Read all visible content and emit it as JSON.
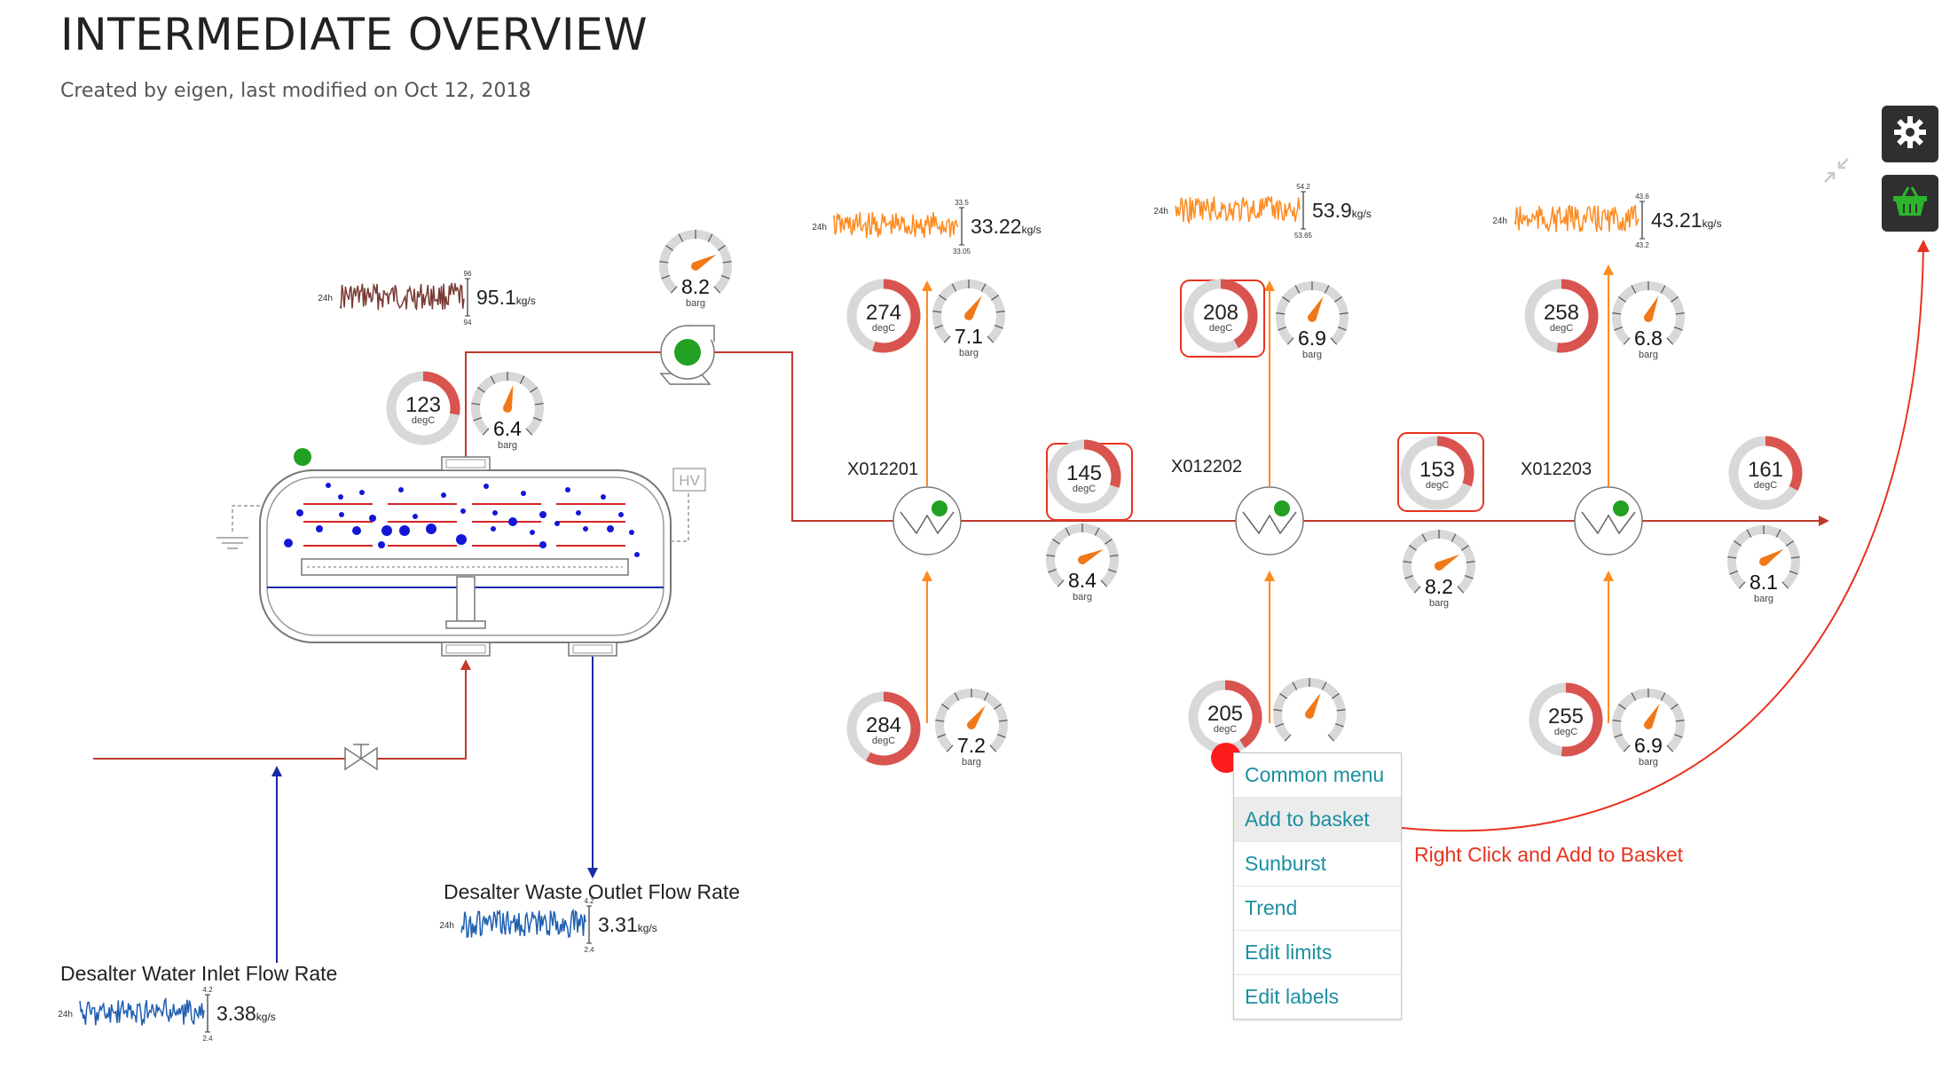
{
  "page": {
    "title": "INTERMEDIATE OVERVIEW",
    "meta": "Created by eigen, last modified on Oct 12, 2018"
  },
  "colors": {
    "accent_red": "#d9534f",
    "line_red": "#c0392b",
    "flow_orange": "#ff8a1f",
    "water_blue": "#1a2aa8",
    "menu_teal": "#1a8fa0",
    "note_red": "#e8321f",
    "status_green": "#22a022",
    "basket_green": "#2cb52c"
  },
  "trends": [
    {
      "id": "feed-flow",
      "period": "24h",
      "value": "95.1",
      "unit": "kg/s",
      "max": "96",
      "min": "94",
      "color": "#7a3a34"
    },
    {
      "id": "x012201-flow",
      "period": "24h",
      "value": "33.22",
      "unit": "kg/s",
      "max": "33.5",
      "min": "33.05",
      "color": "#ff8a1f"
    },
    {
      "id": "x012202-flow",
      "period": "24h",
      "value": "53.9",
      "unit": "kg/s",
      "max": "54.2",
      "min": "53.65",
      "color": "#ff8a1f"
    },
    {
      "id": "x012203-flow",
      "period": "24h",
      "value": "43.21",
      "unit": "kg/s",
      "max": "43.6",
      "min": "43.2",
      "color": "#ff8a1f"
    },
    {
      "id": "waste-outlet-flow",
      "period": "24h",
      "value": "3.31",
      "unit": "kg/s",
      "max": "4.2",
      "min": "2.4",
      "color": "#1f5fb0"
    },
    {
      "id": "water-inlet-flow",
      "period": "24h",
      "value": "3.38",
      "unit": "kg/s",
      "max": "4.2",
      "min": "2.4",
      "color": "#1f5fb0"
    }
  ],
  "temperatures": [
    {
      "id": "desalter",
      "value": "123",
      "unit": "degC",
      "fill": 0.28
    },
    {
      "id": "x012201-top",
      "value": "274",
      "unit": "degC",
      "fill": 0.55
    },
    {
      "id": "x012202-top",
      "value": "208",
      "unit": "degC",
      "fill": 0.42,
      "highlighted": true
    },
    {
      "id": "x012203-top",
      "value": "258",
      "unit": "degC",
      "fill": 0.52
    },
    {
      "id": "after-x012201",
      "value": "145",
      "unit": "degC",
      "fill": 0.3,
      "highlighted": true
    },
    {
      "id": "after-x012202",
      "value": "153",
      "unit": "degC",
      "fill": 0.31,
      "highlighted": true
    },
    {
      "id": "outlet",
      "value": "161",
      "unit": "degC",
      "fill": 0.33
    },
    {
      "id": "x012201-bottom",
      "value": "284",
      "unit": "degC",
      "fill": 0.58
    },
    {
      "id": "x012202-bottom",
      "value": "205",
      "unit": "degC",
      "fill": 0.41
    },
    {
      "id": "x012203-bottom",
      "value": "255",
      "unit": "degC",
      "fill": 0.52
    }
  ],
  "pressures": [
    {
      "id": "pump",
      "value": "8.2",
      "unit": "barg",
      "level": 0.72
    },
    {
      "id": "desalter",
      "value": "6.4",
      "unit": "barg",
      "level": 0.55
    },
    {
      "id": "x012201-top",
      "value": "7.1",
      "unit": "barg",
      "level": 0.62
    },
    {
      "id": "x012202-top",
      "value": "6.9",
      "unit": "barg",
      "level": 0.6
    },
    {
      "id": "x012203-top",
      "value": "6.8",
      "unit": "barg",
      "level": 0.59
    },
    {
      "id": "after-x012201",
      "value": "8.4",
      "unit": "barg",
      "level": 0.73
    },
    {
      "id": "after-x012202",
      "value": "8.2",
      "unit": "barg",
      "level": 0.72
    },
    {
      "id": "outlet",
      "value": "8.1",
      "unit": "barg",
      "level": 0.71
    },
    {
      "id": "x012201-bottom",
      "value": "7.2",
      "unit": "barg",
      "level": 0.63
    },
    {
      "id": "x012202-bottom",
      "value": "",
      "unit": "",
      "level": 0.6
    },
    {
      "id": "x012203-bottom",
      "value": "6.9",
      "unit": "barg",
      "level": 0.6
    }
  ],
  "exchangers": [
    {
      "id": "x012201",
      "label": "X012201"
    },
    {
      "id": "x012202",
      "label": "X012202"
    },
    {
      "id": "x012203",
      "label": "X012203"
    }
  ],
  "labels": {
    "waste_outlet": "Desalter Waste Outlet Flow Rate",
    "water_inlet": "Desalter Water Inlet Flow Rate",
    "hv": "HV"
  },
  "context_menu": {
    "items": [
      {
        "label": "Common menu",
        "hover": false
      },
      {
        "label": "Add to basket",
        "hover": true
      },
      {
        "label": "Sunburst",
        "hover": false
      },
      {
        "label": "Trend",
        "hover": false
      },
      {
        "label": "Edit limits",
        "hover": false
      },
      {
        "label": "Edit labels",
        "hover": false
      }
    ]
  },
  "annotation": {
    "text": "Right Click and Add to Basket"
  },
  "icons": {
    "settings": "gear-icon",
    "basket": "basket-icon",
    "collapse": "collapse-arrows-icon"
  }
}
